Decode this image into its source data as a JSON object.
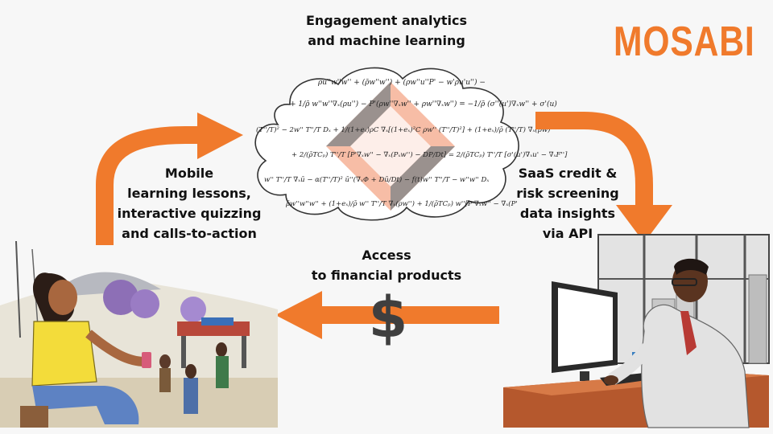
{
  "brand": {
    "logo_text": "MOSABI",
    "accent": "#f07a2c"
  },
  "cloud": {
    "title_lines": [
      "Engagement analytics",
      "and machine learning"
    ],
    "equation_fragments": [
      "ρu''w''w''  +  (ρ̄w''w'') + (ρw''u''P' − w'ρu'u'') −",
      "+ 1/ρ̄ w''w''∇ₓ(ρu'') − P'(ρw''∇ₓw'' + ρw''∇ₓw'') = −1/ρ̄ (σ''(u')∇ₓw'' + σ'(u)",
      "(T''/T)² − 2w'' T''/T Dₓ + 1/(1+eₓ)ρC ∇ₓ[(1+eₓ)²C ρw'' (T''/T)²] + (1+eₓ)/ρ̄ (T''/T) ∇ₓ(ρw)",
      "+ 2/(ρ̄TCₚ) T''/T [P'∇ₓw'' − ∇ₓ(Pₓw'') − DP/Dt] = 2/(ρ̄TCₚ) T''/T [σ'(u')∇ₓu' − ∇ₓF'']",
      "w'' T''/T ∇ₓū − α(T''/T)² ū''(∇ₓΦ + Dū/Dt) − f(t)w'' T''/T − w''w'' Dₓ",
      "ρ̄w''w''w''  + (1+eₓ)/ρ̄ w'' T''/T ∇ₓ(ρw'') + 1/(ρ̄TCₚ) w''[P'∇ₓw'' − ∇ₓ(P'"
    ]
  },
  "left_label_lines": [
    "Mobile",
    "learning lessons,",
    "interactive quizzing",
    "and calls-to-action"
  ],
  "right_label_lines": [
    "SaaS credit &",
    "risk screening",
    "data insights",
    "via API"
  ],
  "bottom_label_lines": [
    "Access",
    "to financial products"
  ],
  "currency_symbol": "$"
}
